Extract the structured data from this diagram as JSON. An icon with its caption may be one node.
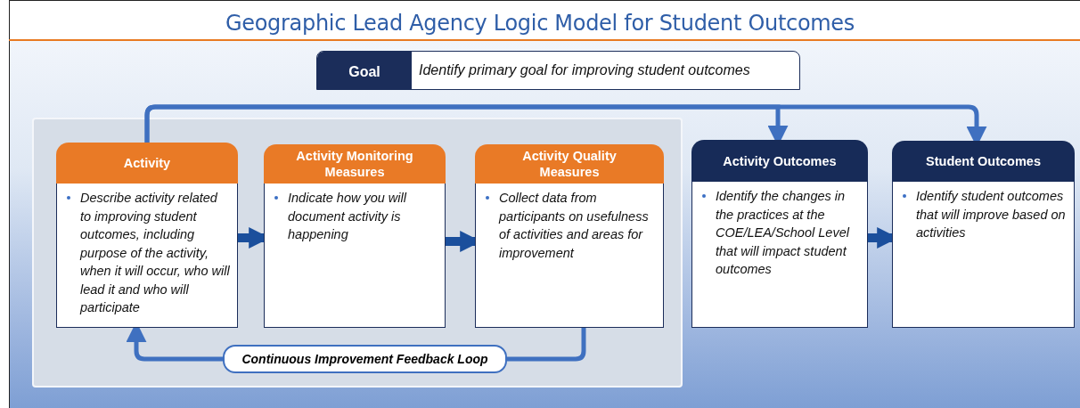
{
  "diagram": {
    "title": "Geographic Lead Agency Logic Model for Student Outcomes",
    "nodes": [
      {
        "text": [
          "Goal",
          "Identify primary goal for improving student outcomes"
        ]
      },
      {
        "text": [],
        "shape": "box"
      },
      {
        "text": [
          "Activity",
          "Describe activity related to improving student outcomes, including purpose of the activity, when it will occur, who will lead it and who will participate"
        ],
        "in": 1
      },
      {
        "text": [
          "Activity Monitoring Measures",
          "Indicate how you will document activity is happening"
        ],
        "in": 1
      },
      {
        "text": [
          "Activity Quality Measures",
          "Collect data from participants on usefulness of activities and areas for improvement"
        ],
        "in": 1
      },
      {
        "text": [
          "Continuous Improvement Feedback Loop"
        ],
        "in": 1
      },
      {
        "text": [
          "Activity Outcomes",
          "Identify the changes in the practices at the COE/LEA/School Level that will impact student outcomes"
        ]
      },
      {
        "text": [
          "Student Outcomes",
          "Identify student outcomes that will improve based on activities"
        ]
      }
    ],
    "edges": [
      {
        "from": 2,
        "to": 6,
        "arrow": "to"
      },
      {
        "from": 2,
        "to": 7,
        "arrow": "to"
      },
      {
        "from": 2,
        "to": 3,
        "arrow": "to",
        "style": "thick"
      },
      {
        "from": 3,
        "to": 4,
        "arrow": "to",
        "style": "thick"
      },
      {
        "from": 4,
        "to": 5,
        "arrow": "none"
      },
      {
        "from": 5,
        "to": 2,
        "arrow": "to"
      },
      {
        "from": 6,
        "to": 7,
        "arrow": "to",
        "style": "thick"
      }
    ]
  }
}
